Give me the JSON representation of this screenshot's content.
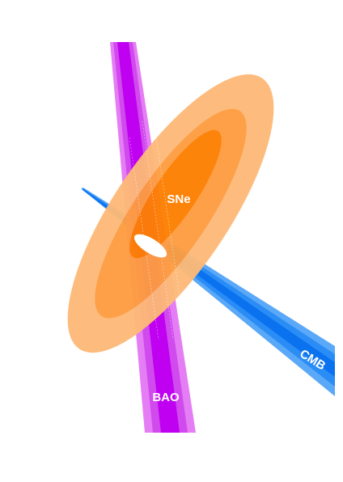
{
  "labels": {
    "sne": "SNe",
    "bao": "BAO",
    "cmb": "CMB"
  },
  "colors": {
    "sne_outer": "#fdba78",
    "sne_middle": "#fd9d41",
    "sne_inner": "#fd7f02",
    "bao_outer": "#e57ef5",
    "bao_middle": "#d04aee",
    "bao_inner": "#c000f0",
    "cmb_outer": "#5aa8f8",
    "cmb_middle": "#2a8cf5",
    "cmb_inner": "#0a72ef",
    "combined": "#ffffff"
  }
}
